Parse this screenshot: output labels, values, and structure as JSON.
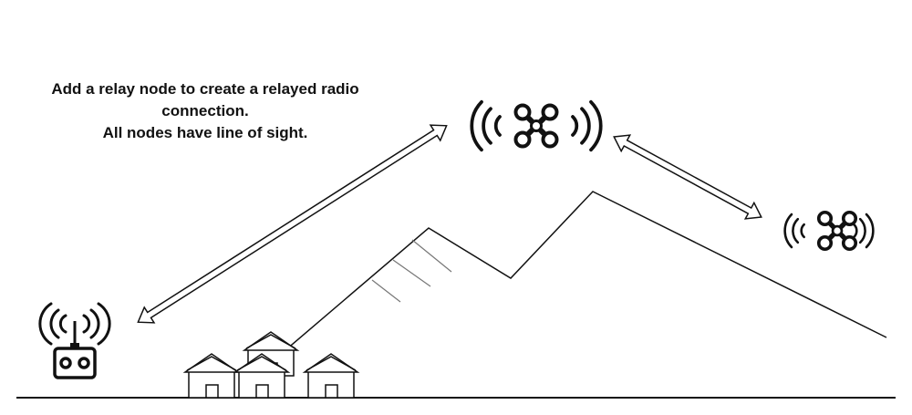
{
  "caption": {
    "line1": "Add a relay node to create a relayed radio",
    "line2": "connection.",
    "line3": "All nodes have line of sight."
  },
  "nodes": {
    "relay": {
      "icon": "quadcopter-drone-icon"
    },
    "target": {
      "icon": "quadcopter-drone-icon"
    },
    "controller": {
      "icon": "radio-remote-controller-icon"
    }
  },
  "terrain": {
    "mountain": "mountain-outline",
    "houses": "house-icon"
  },
  "colors": {
    "stroke": "#111111",
    "hatch": "#777777",
    "background": "#ffffff"
  }
}
